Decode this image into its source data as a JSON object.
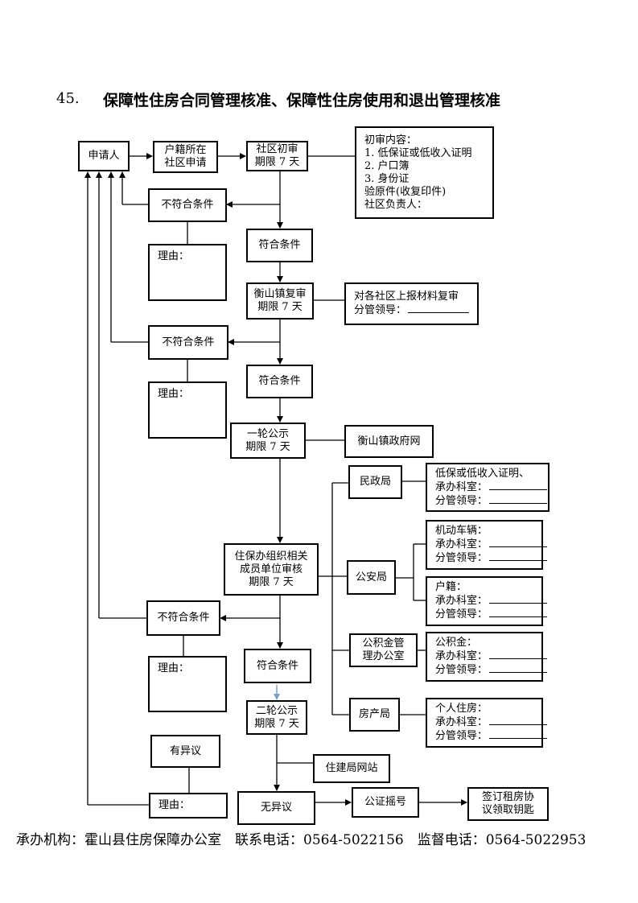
{
  "heading": {
    "number": "45.",
    "title": "保障性住房合同管理核准、保障性住房使用和退出管理核准"
  },
  "nodes": {
    "applicant": "申请人",
    "hukou_apply": [
      "户籍所在",
      "社区申请"
    ],
    "community_review": [
      "社区初审",
      "期限 7 天"
    ],
    "initial_content": [
      "初审内容：",
      "1. 低保证或低收入证明",
      "2. 户口簿",
      "3. 身份证",
      "验原件(收复印件)",
      "社区负责人："
    ],
    "not_qualified": "不符合条件",
    "qualified": "符合条件",
    "reason": "理由：",
    "town_review": [
      "衡山镇复审",
      "期限 7 天"
    ],
    "town_note": [
      "对各社区上报材料复审",
      "分管领导："
    ],
    "first_publicity": [
      "一轮公示",
      "期限 7 天"
    ],
    "town_website": "衡山镇政府网",
    "office_review": [
      "住保办组织相关",
      "成员单位审核",
      "期限 7 天"
    ],
    "civil_affairs": "民政局",
    "civil_note": [
      "低保或低收入证明、",
      "承办科室：",
      "分管领导："
    ],
    "police": "公安局",
    "vehicle_note": [
      "机动车辆：",
      "承办科室：",
      "分管领导："
    ],
    "hukou_note": [
      "户籍：",
      "承办科室：",
      "分管领导："
    ],
    "fund_office": [
      "公积金管",
      "理办公室"
    ],
    "fund_note": [
      "公积金：",
      "承办科室：",
      "分管领导："
    ],
    "housing_bureau": "房产局",
    "housing_note": [
      "个人住房：",
      "承办科室：",
      "分管领导："
    ],
    "second_publicity": [
      "二轮公示",
      "期限 7 天"
    ],
    "objection": "有异议",
    "construction_website": "住建局网站",
    "no_objection": "无异议",
    "lottery": "公证摇号",
    "sign_contract": [
      "签订租房协",
      "议领取钥匙"
    ]
  },
  "footer": "承办机构：霍山县住房保障办公室　联系电话：0564-5022156　监督电话：0564-5022953"
}
